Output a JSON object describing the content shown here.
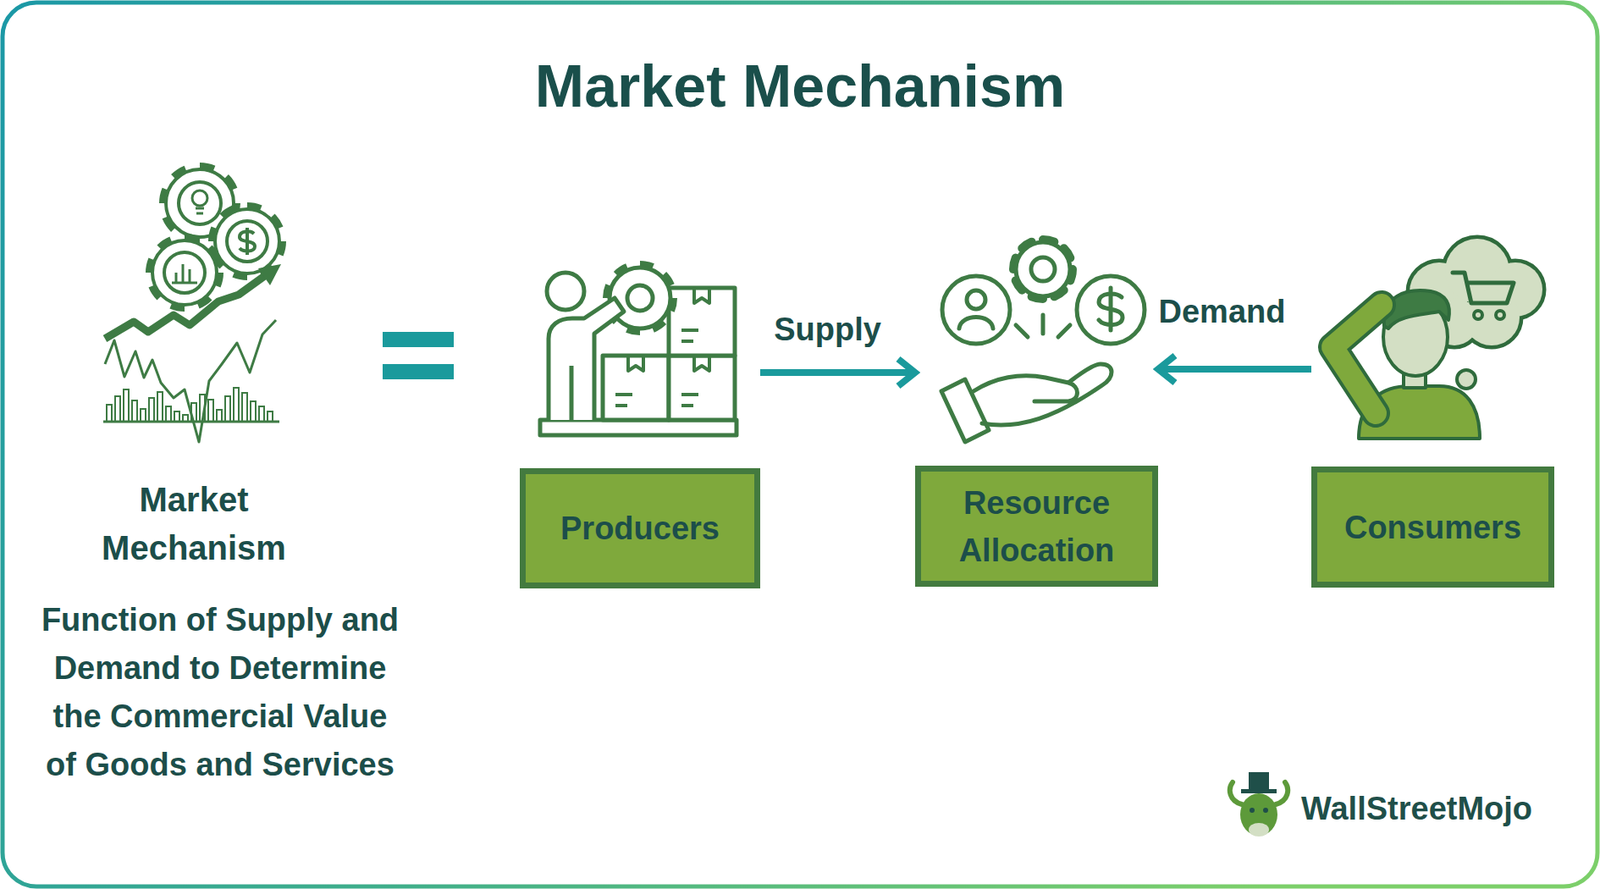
{
  "diagram": {
    "title": "Market Mechanism",
    "nodes": [
      {
        "text": [
          "Producers"
        ]
      },
      {
        "text": [
          "Resource Allocation"
        ]
      },
      {
        "text": [
          "Consumers"
        ]
      }
    ],
    "edges": [
      {
        "from": 0,
        "to": 1,
        "label": "Supply",
        "arrow": "to"
      },
      {
        "from": 2,
        "to": 1,
        "label": "Demand",
        "arrow": "to"
      }
    ],
    "labels": [
      "Market Mechanism",
      "Function of Supply and Demand to Determine the Commercial Value of Goods and Services",
      "WallStreetMojo"
    ]
  }
}
